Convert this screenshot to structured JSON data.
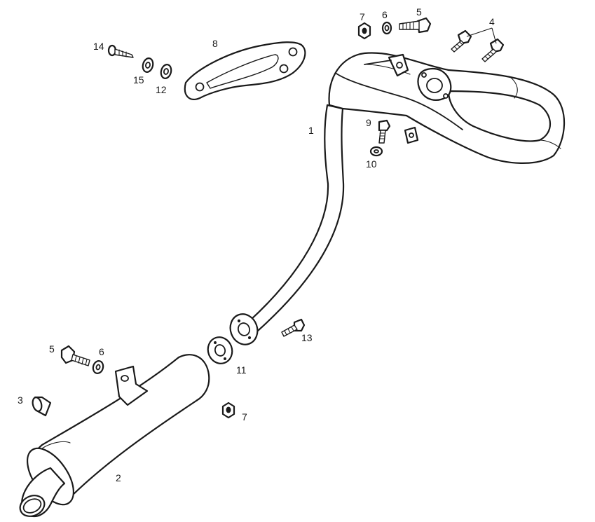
{
  "callouts": {
    "c1": "1",
    "c2": "2",
    "c3": "3",
    "c4": "4",
    "c5a": "5",
    "c5b": "5",
    "c6a": "6",
    "c6b": "6",
    "c7a": "7",
    "c7b": "7",
    "c8": "8",
    "c9": "9",
    "c10": "10",
    "c11": "11",
    "c12": "12",
    "c13": "13",
    "c14": "14",
    "c15": "15"
  },
  "colors": {
    "stroke": "#1a1a1a",
    "background": "#ffffff"
  }
}
